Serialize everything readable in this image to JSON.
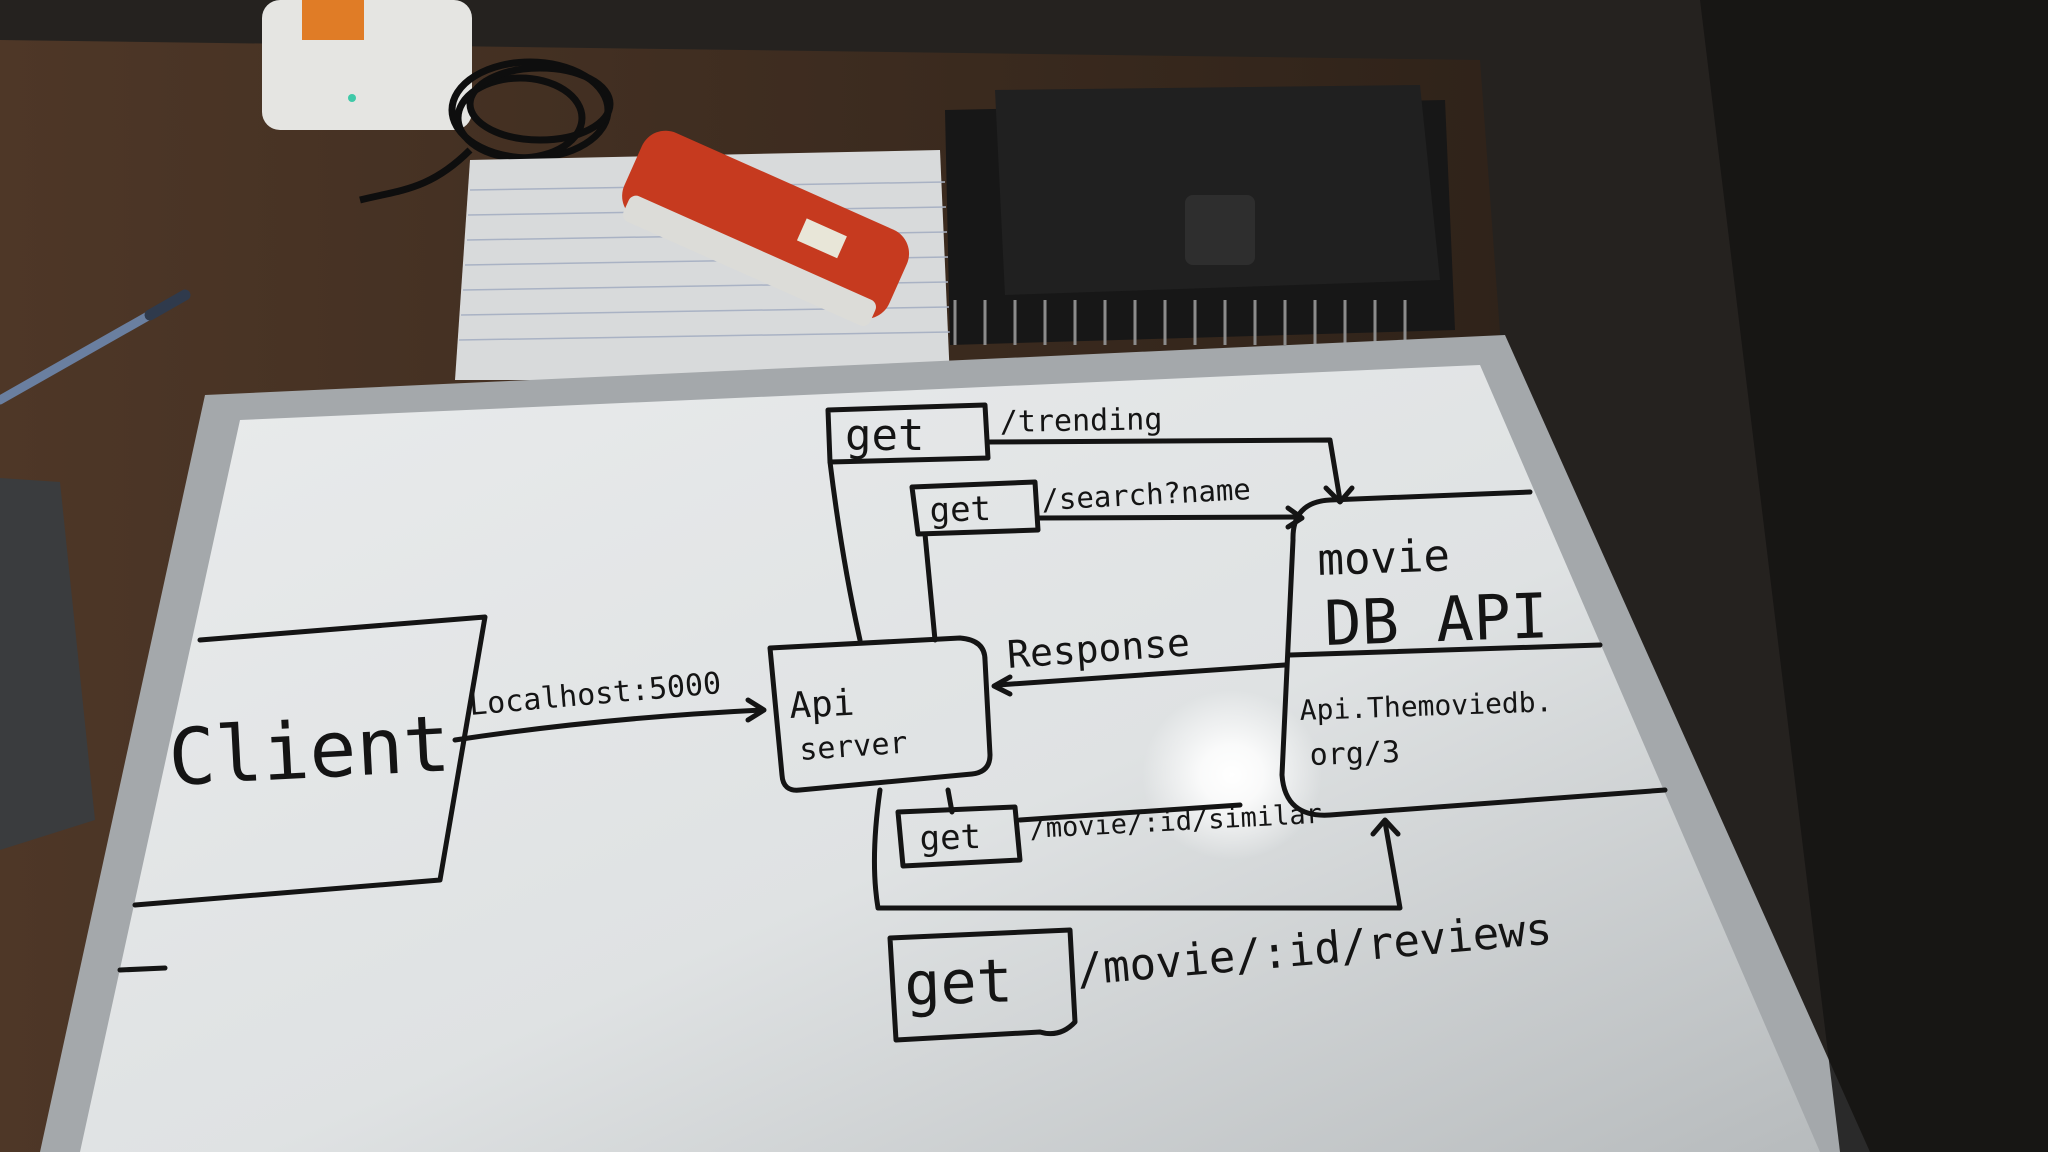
{
  "colors": {
    "wall": "#2a2622",
    "desk": "#4a3424",
    "board_surface": "#e6e8e9",
    "board_frame": "#9ea3a7",
    "marker": "#141414",
    "eraser": "#c83a1e",
    "notebook": "#1d1d1d",
    "paper": "#d9dbdc"
  },
  "whiteboard": {
    "client_label": "Client",
    "client_link_label": "Localhost:5000",
    "api_server_label_1": "Api",
    "api_server_label_2": "server",
    "response_label": "Response",
    "moviedb_label_1": "movie",
    "moviedb_label_2": "DB API",
    "moviedb_url_1": "Api.Themoviedb.",
    "moviedb_url_2": "org/3",
    "routes": [
      {
        "method": "get",
        "path": "/trending"
      },
      {
        "method": "get",
        "path": "/search?name"
      },
      {
        "method": "get",
        "path": "/movie/:id/similar"
      },
      {
        "method": "get",
        "path": "/movie/:id/reviews"
      }
    ]
  },
  "objects": {
    "eraser_icon": "whiteboard-eraser-icon",
    "notebook_icon": "notebook-icon",
    "pen_icon": "pen-icon",
    "router_icon": "router-icon",
    "cable_icon": "cable-icon",
    "paper_icon": "paper-sheet-icon"
  }
}
